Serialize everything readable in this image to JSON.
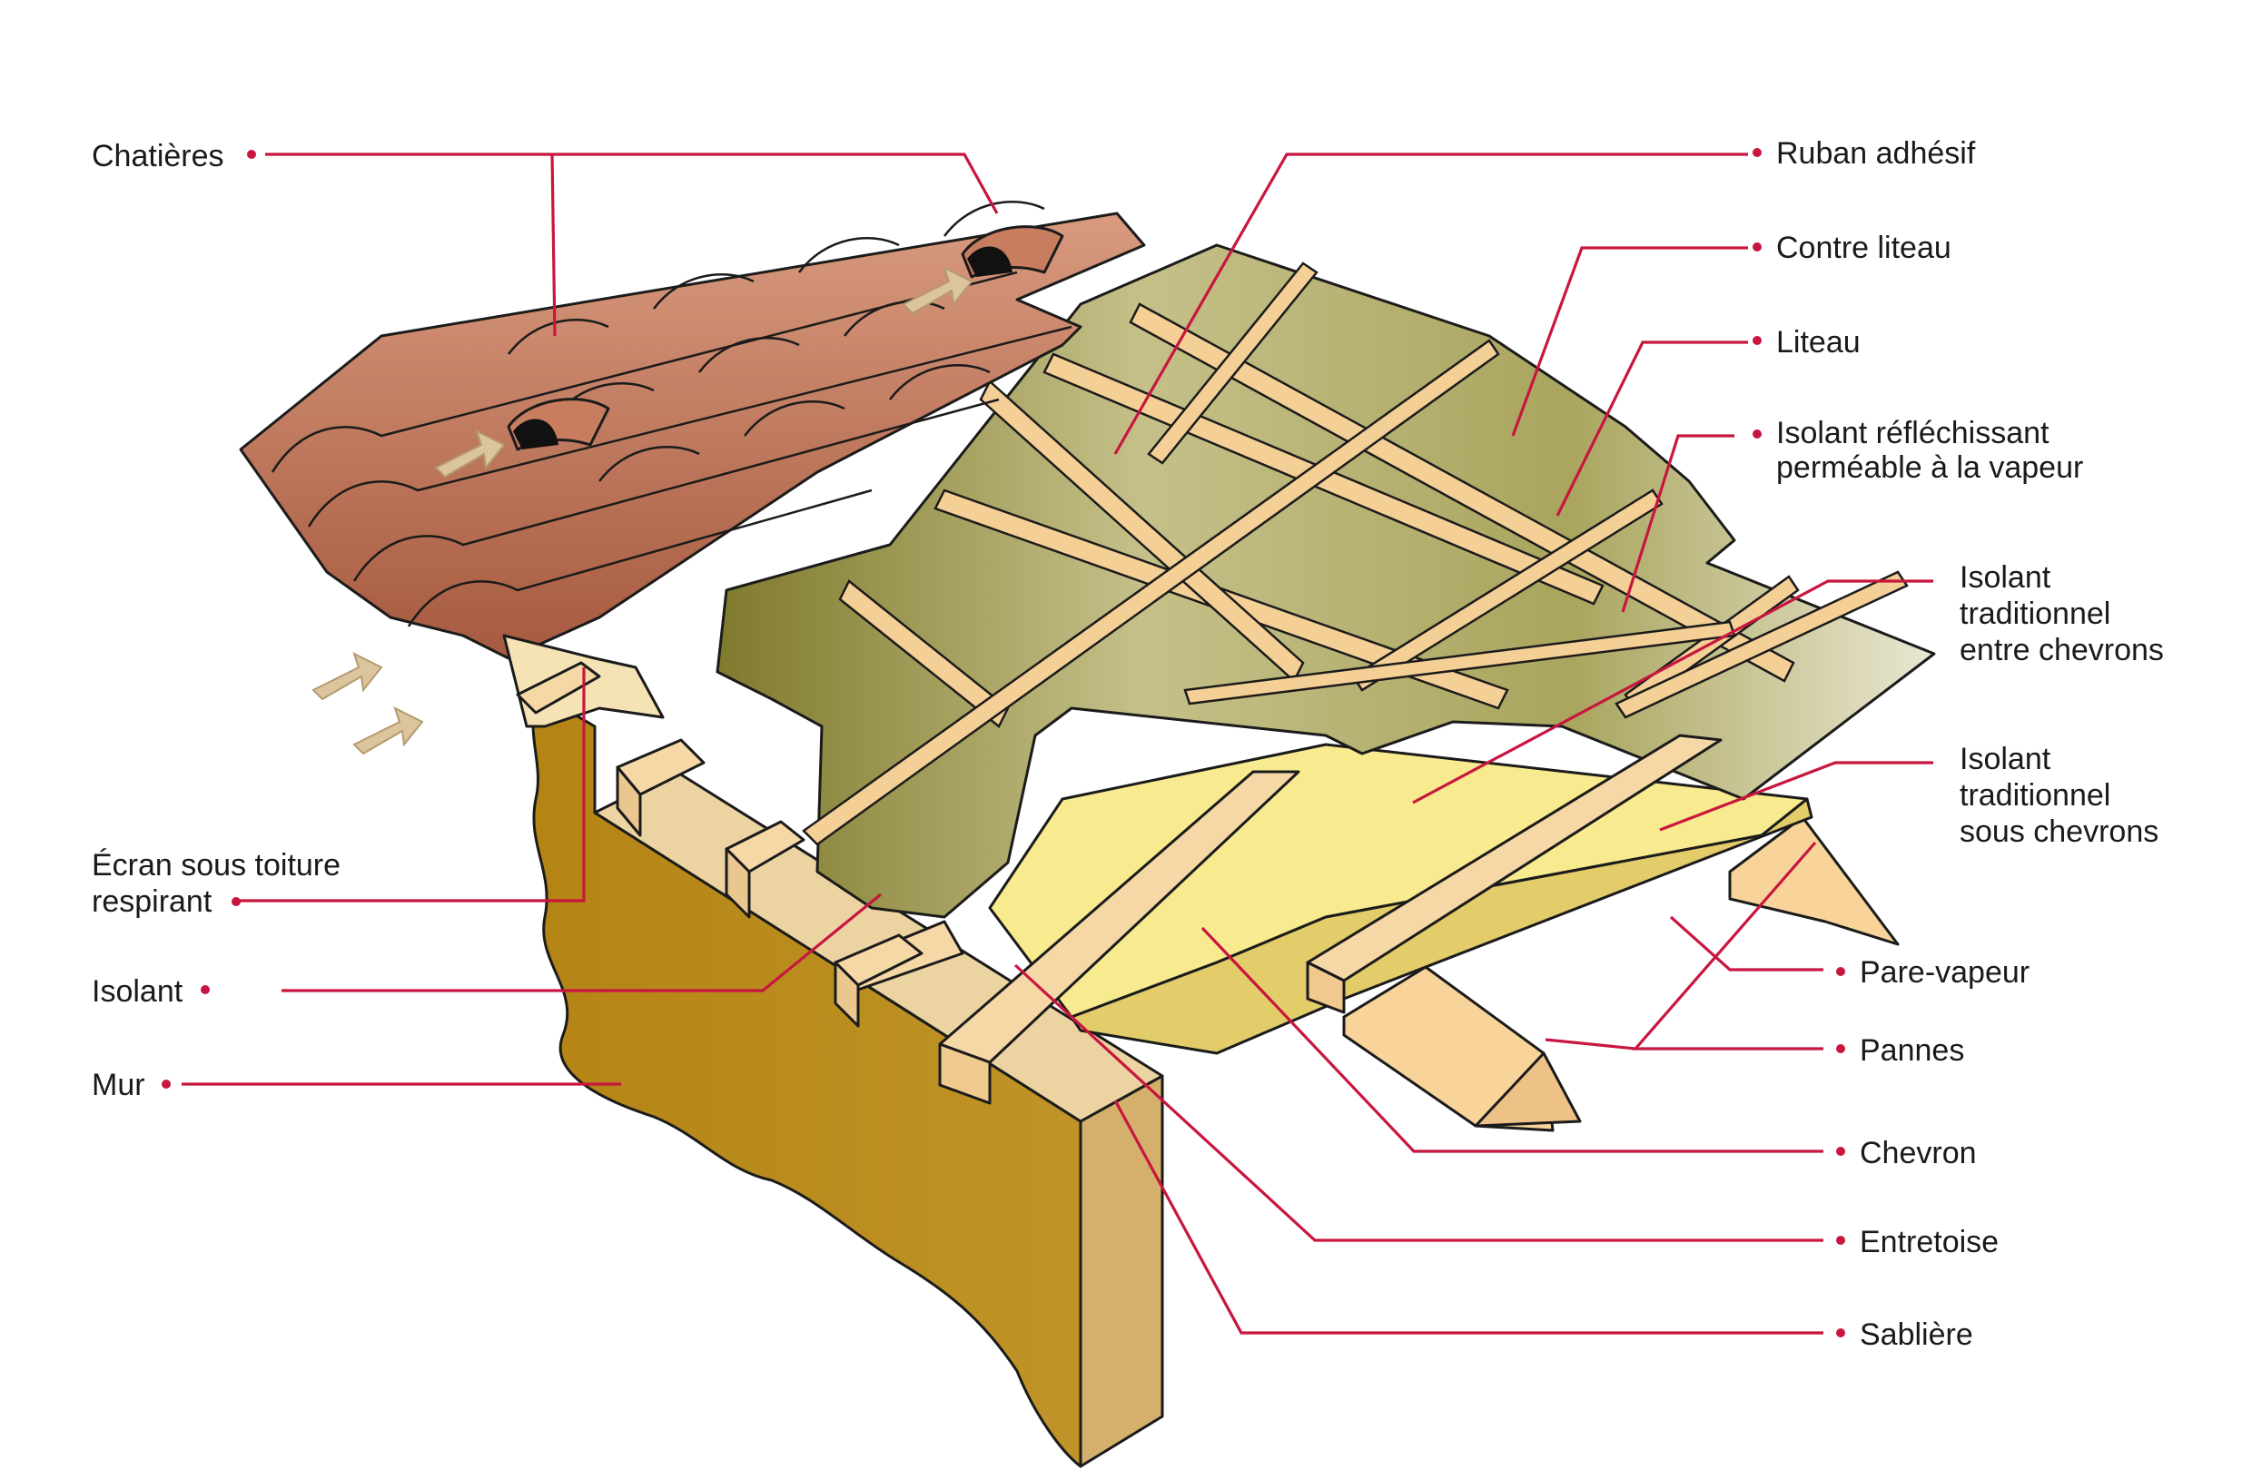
{
  "labels": {
    "chatieres": "Chatières",
    "ruban": "Ruban adhésif",
    "contre_liteau": "Contre liteau",
    "liteau": "Liteau",
    "isolant_reflechissant": [
      "Isolant réfléchissant",
      "perméable à la vapeur"
    ],
    "isolant_entre": [
      "Isolant",
      "traditionnel",
      "entre chevrons"
    ],
    "isolant_sous": [
      "Isolant",
      "traditionnel",
      "sous chevrons"
    ],
    "ecran": [
      "Écran sous toiture",
      "respirant"
    ],
    "isolant": "Isolant",
    "mur": "Mur",
    "pare_vapeur": "Pare-vapeur",
    "pannes": "Pannes",
    "chevron": "Chevron",
    "entretoise": "Entretoise",
    "sabliere": "Sablière"
  },
  "colors": {
    "leader": "#c8163f",
    "tile": "#b96a4c",
    "tile_light": "#d9957a",
    "wall": "#b8891a",
    "wood": "#f6d8a6",
    "reflective": "#c4bf84",
    "insulation": "#f8ea8e",
    "arrow": "#dcc49c"
  }
}
